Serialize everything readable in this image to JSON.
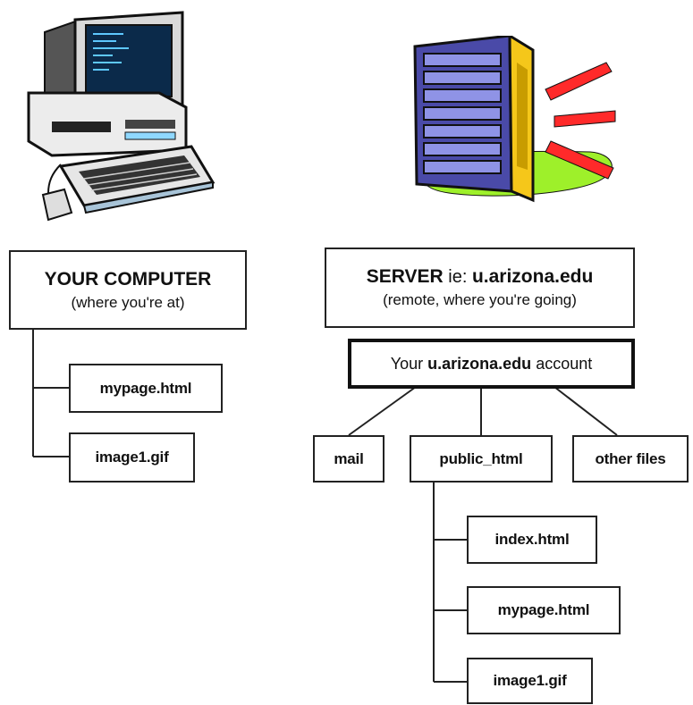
{
  "computer": {
    "icon": "desktop-computer-icon",
    "title": "YOUR COMPUTER",
    "subtitle": "(where you're at)",
    "files": [
      "mypage.html",
      "image1.gif"
    ]
  },
  "server": {
    "icon": "server-tower-icon",
    "title": "SERVER",
    "prefix": "ie:",
    "host": "u.arizona.edu",
    "subtitle": "(remote, where you're going)",
    "account": {
      "before": "Your",
      "host": "u.arizona.edu",
      "after": "account"
    },
    "folders": [
      "mail",
      "public_html",
      "other files"
    ],
    "public_files": [
      "index.html",
      "mypage.html",
      "image1.gif"
    ]
  }
}
